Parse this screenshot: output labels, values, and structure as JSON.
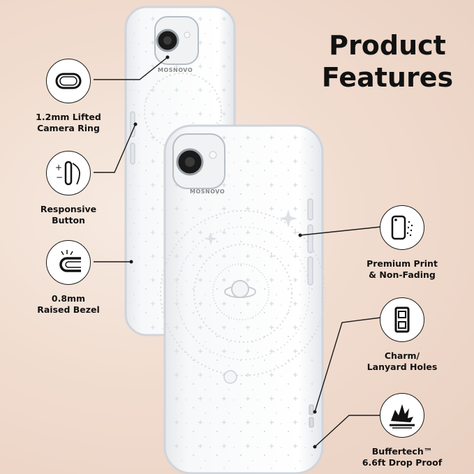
{
  "title": {
    "line1": "Product",
    "line2": "Features"
  },
  "brand_mark": "MOSNOVO",
  "features_left": [
    {
      "id": "camera-ring",
      "icon": "camera-ring-icon",
      "line1": "1.2mm Lifted",
      "line2": "Camera Ring"
    },
    {
      "id": "button",
      "icon": "responsive-button-icon",
      "line1": "Responsive",
      "line2": "Button"
    },
    {
      "id": "bezel",
      "icon": "raised-bezel-icon",
      "line1": "0.8mm",
      "line2": "Raised Bezel"
    }
  ],
  "features_right": [
    {
      "id": "print",
      "icon": "print-spray-icon",
      "line1": "Premium Print",
      "line2": "& Non-Fading"
    },
    {
      "id": "holes",
      "icon": "lanyard-holes-icon",
      "line1": "Charm/",
      "line2": "Lanyard Holes"
    },
    {
      "id": "drop",
      "icon": "drop-impact-icon",
      "line1": "Buffertech™",
      "line2": "6.6ft Drop Proof"
    }
  ],
  "colors": {
    "background": "#f1ddd0",
    "text": "#111111",
    "case_edge": "#d9dde2"
  }
}
